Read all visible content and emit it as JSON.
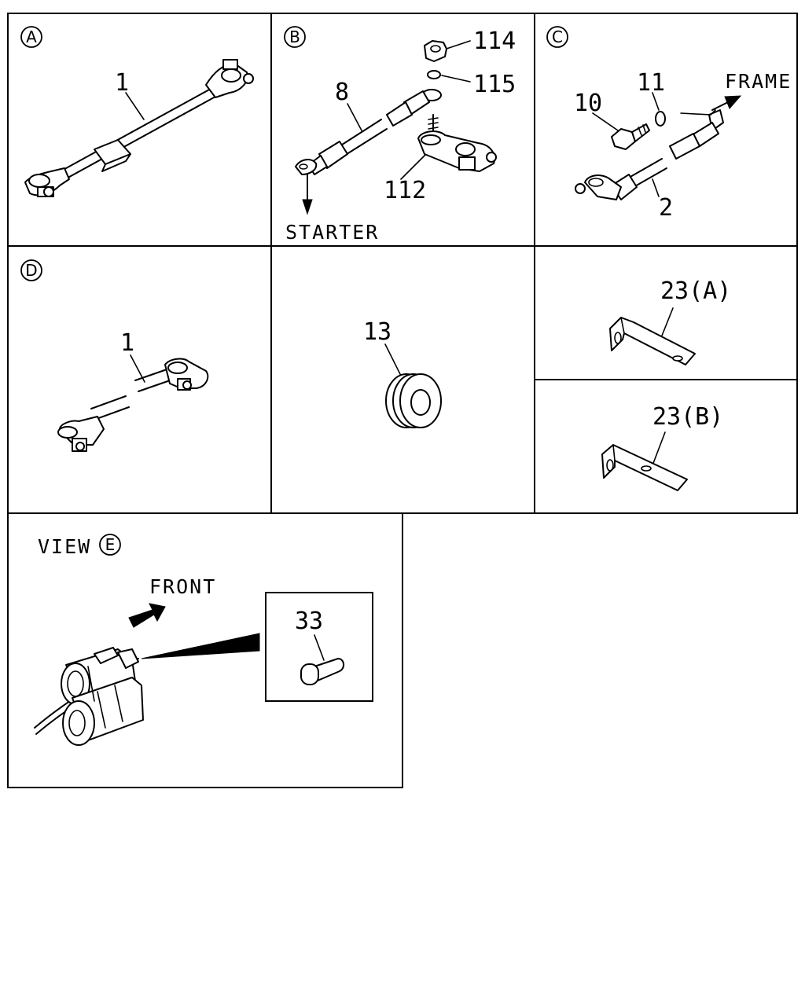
{
  "panels": {
    "A": {
      "letter": "A",
      "callouts": [
        "1"
      ]
    },
    "B": {
      "letter": "B",
      "callouts": [
        "114",
        "115",
        "8",
        "112"
      ],
      "direction_label": "STARTER"
    },
    "C": {
      "letter": "C",
      "callouts": [
        "11",
        "10",
        "2"
      ],
      "direction_label": "FRAME"
    },
    "D": {
      "letter": "D",
      "callouts": [
        "1"
      ]
    },
    "E13": {
      "callouts": [
        "13"
      ]
    },
    "F23A": {
      "callouts": [
        "23(A)"
      ]
    },
    "G23B": {
      "callouts": [
        "23(B)"
      ]
    },
    "view": {
      "prefix": "VIEW",
      "letter": "E",
      "direction_label": "FRONT",
      "callouts": [
        "33"
      ]
    }
  }
}
